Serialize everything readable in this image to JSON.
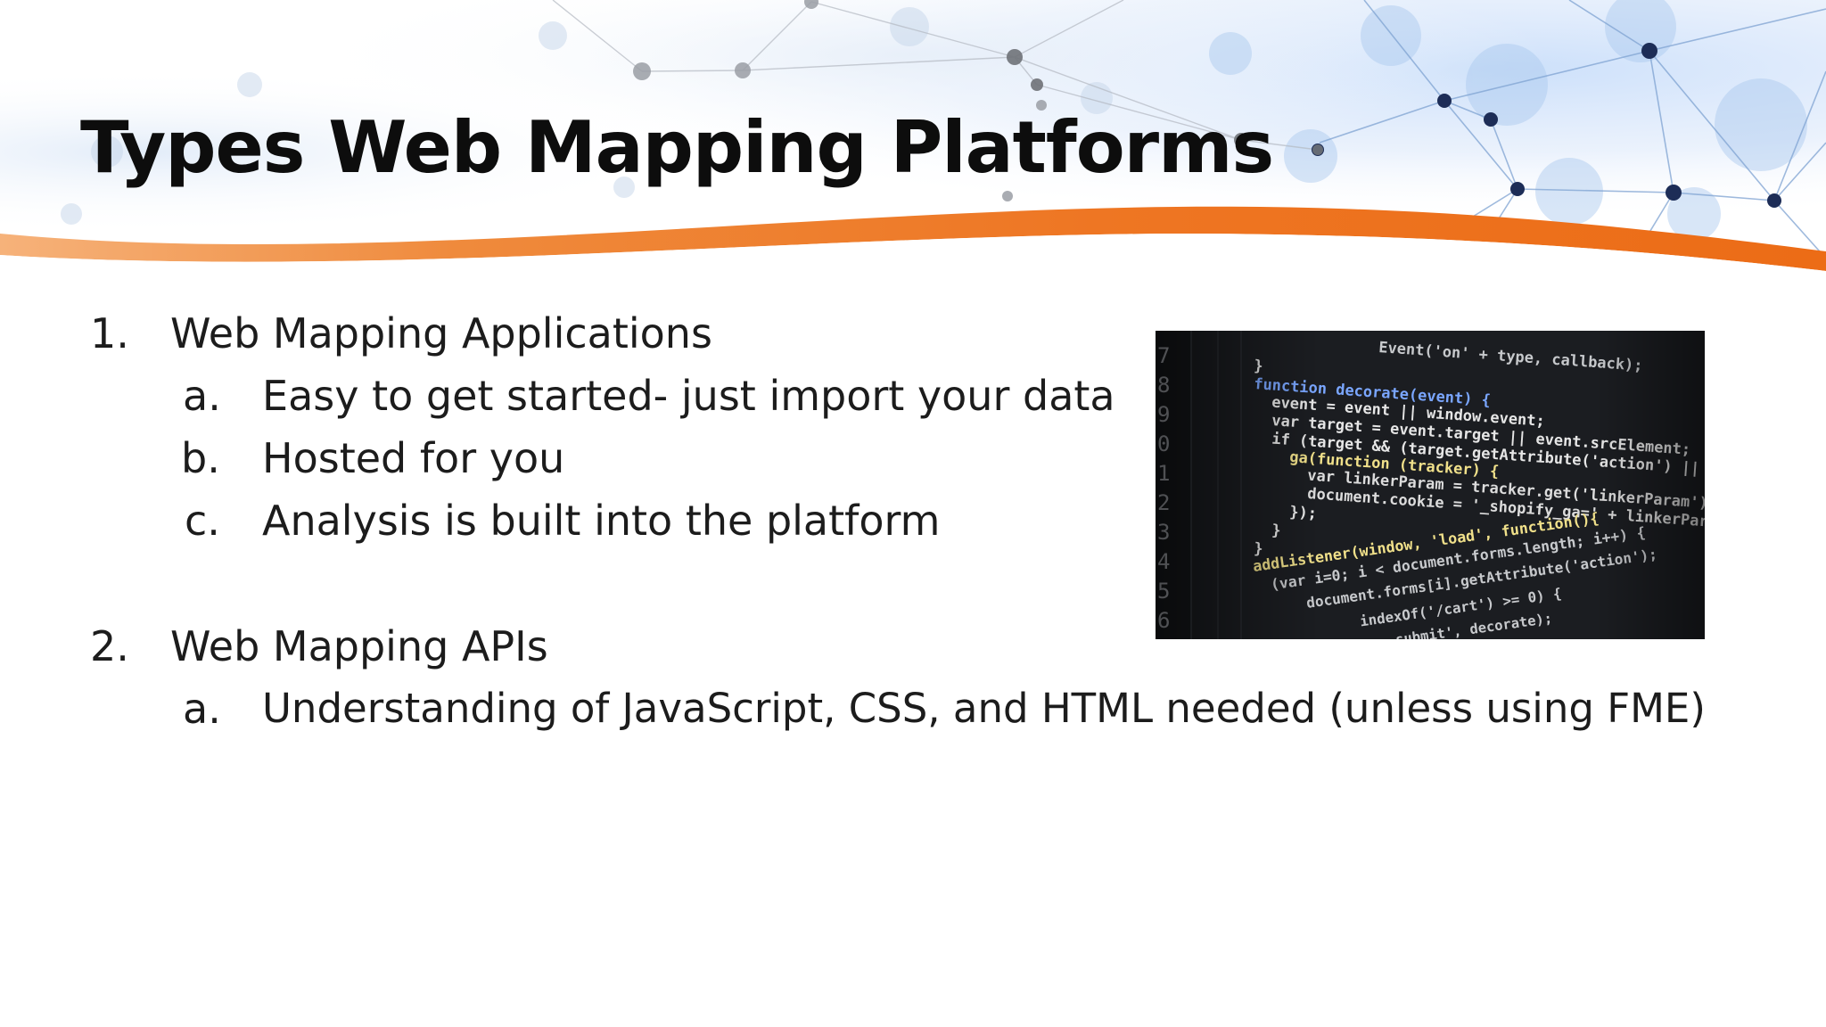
{
  "slide": {
    "title": "Types Web Mapping Platforms",
    "list": [
      {
        "marker": "1.",
        "text": "Web Mapping Applications",
        "subitems": [
          {
            "marker": "a.",
            "text": "Easy to get started- just import your data"
          },
          {
            "marker": "b.",
            "text": "Hosted for you"
          },
          {
            "marker": "c.",
            "text": "Analysis is built into the platform"
          }
        ]
      },
      {
        "marker": "2.",
        "text": "Web Mapping APIs",
        "subitems": [
          {
            "marker": "a.",
            "text": "Understanding of JavaScript, CSS, and HTML needed (unless using FME)"
          }
        ]
      }
    ]
  },
  "code_image": {
    "line_numbers": [
      "7",
      "8",
      "9",
      "0",
      "1",
      "2",
      "3",
      "4",
      "5",
      "6"
    ],
    "lines": [
      "Event('on' + type, callback);",
      "}",
      "function decorate(event) {",
      "event = event || window.event;",
      "var target = event.target || event.srcElement;",
      "if (target && (target.getAttribute('action') || target.getAttribute('href'))",
      "ga(function (tracker) {",
      "var linkerParam = tracker.get('linkerParam');",
      "document.cookie = '_shopify_ga=' + linkerParam + '; ' + 'path=/';",
      "});",
      "}",
      "}",
      "addListener(window, 'load', function(){",
      "(var i=0; i < document.forms.length; i++) {",
      "document.forms[i].getAttribute('action');",
      "indexOf('/cart') >= 0) {",
      "submit', decorate);"
    ]
  },
  "colors": {
    "title": "#0d0d0d",
    "body_text": "#1c1c1c",
    "accent_orange": "#ee7623",
    "network_blue": "#9cc2ec",
    "code_bg": "#1b1d21"
  }
}
